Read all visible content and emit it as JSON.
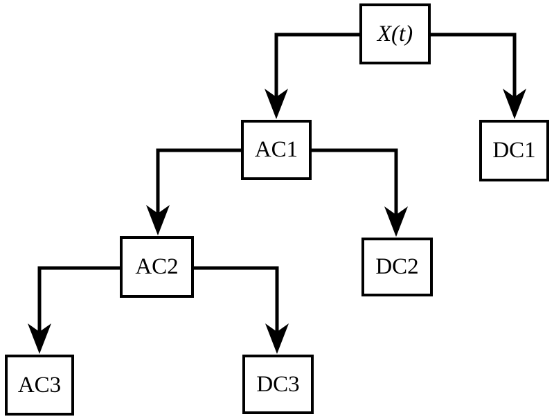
{
  "diagram": {
    "description": "Wavelet packet style decomposition tree",
    "nodes": [
      {
        "id": "xt",
        "label": "X(t)"
      },
      {
        "id": "ac1",
        "label": "AC1"
      },
      {
        "id": "dc1",
        "label": "DC1"
      },
      {
        "id": "ac2",
        "label": "AC2"
      },
      {
        "id": "dc2",
        "label": "DC2"
      },
      {
        "id": "ac3",
        "label": "AC3"
      },
      {
        "id": "dc3",
        "label": "DC3"
      }
    ],
    "edges": [
      {
        "from": "X(t)",
        "to": "AC1"
      },
      {
        "from": "X(t)",
        "to": "DC1"
      },
      {
        "from": "AC1",
        "to": "AC2"
      },
      {
        "from": "AC1",
        "to": "DC2"
      },
      {
        "from": "AC2",
        "to": "AC3"
      },
      {
        "from": "AC2",
        "to": "DC3"
      }
    ]
  },
  "colors": {
    "line": "#000000",
    "box_border": "#000000",
    "box_fill": "#ffffff",
    "background": "#ffffff",
    "text": "#000000"
  }
}
